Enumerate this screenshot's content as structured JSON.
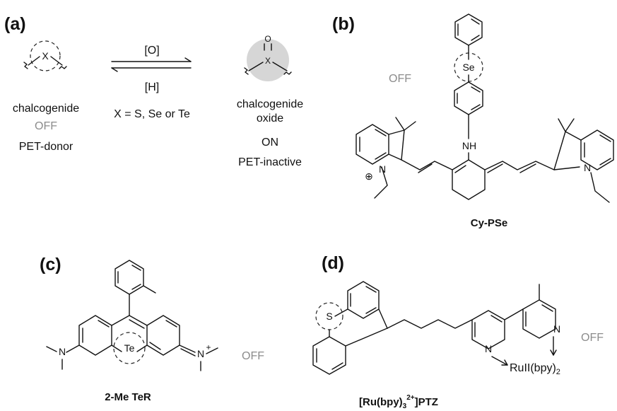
{
  "panel_a": {
    "label": "(a)",
    "reactant_atom": "X",
    "oxidant": "[O]",
    "reductant": "[H]",
    "product_o": "O",
    "product_x": "X",
    "reactant_caption_1": "chalcogenide",
    "reactant_caption_2": "OFF",
    "reactant_caption_3": "PET-donor",
    "x_def": "X = S, Se or Te",
    "product_caption_1": "chalcogenide",
    "product_caption_2": "oxide",
    "product_caption_3": "ON",
    "product_caption_4": "PET-inactive"
  },
  "panel_b": {
    "label": "(b)",
    "off": "OFF",
    "se_atom": "Se",
    "nh": "NH",
    "n_left": "N",
    "charge": "⊕",
    "n_right": "N",
    "name": "Cy-PSe"
  },
  "panel_c": {
    "label": "(c)",
    "n_left": "N",
    "te_atom": "Te",
    "n_right": "N",
    "plus": "+",
    "off": "OFF",
    "name": "2-Me TeR"
  },
  "panel_d": {
    "label": "(d)",
    "s_atom": "S",
    "n_mid": "N",
    "n_right": "N",
    "ru": "RuII(bpy)",
    "ru_sub": "2",
    "off": "OFF",
    "name_main": "[Ru(bpy)",
    "name_sub": "3",
    "name_sup": "2+",
    "name_end": "]PTZ"
  },
  "colors": {
    "ink": "#111111",
    "off_grey": "#8c8c8c",
    "highlight_circle": "#d6d6d6"
  }
}
